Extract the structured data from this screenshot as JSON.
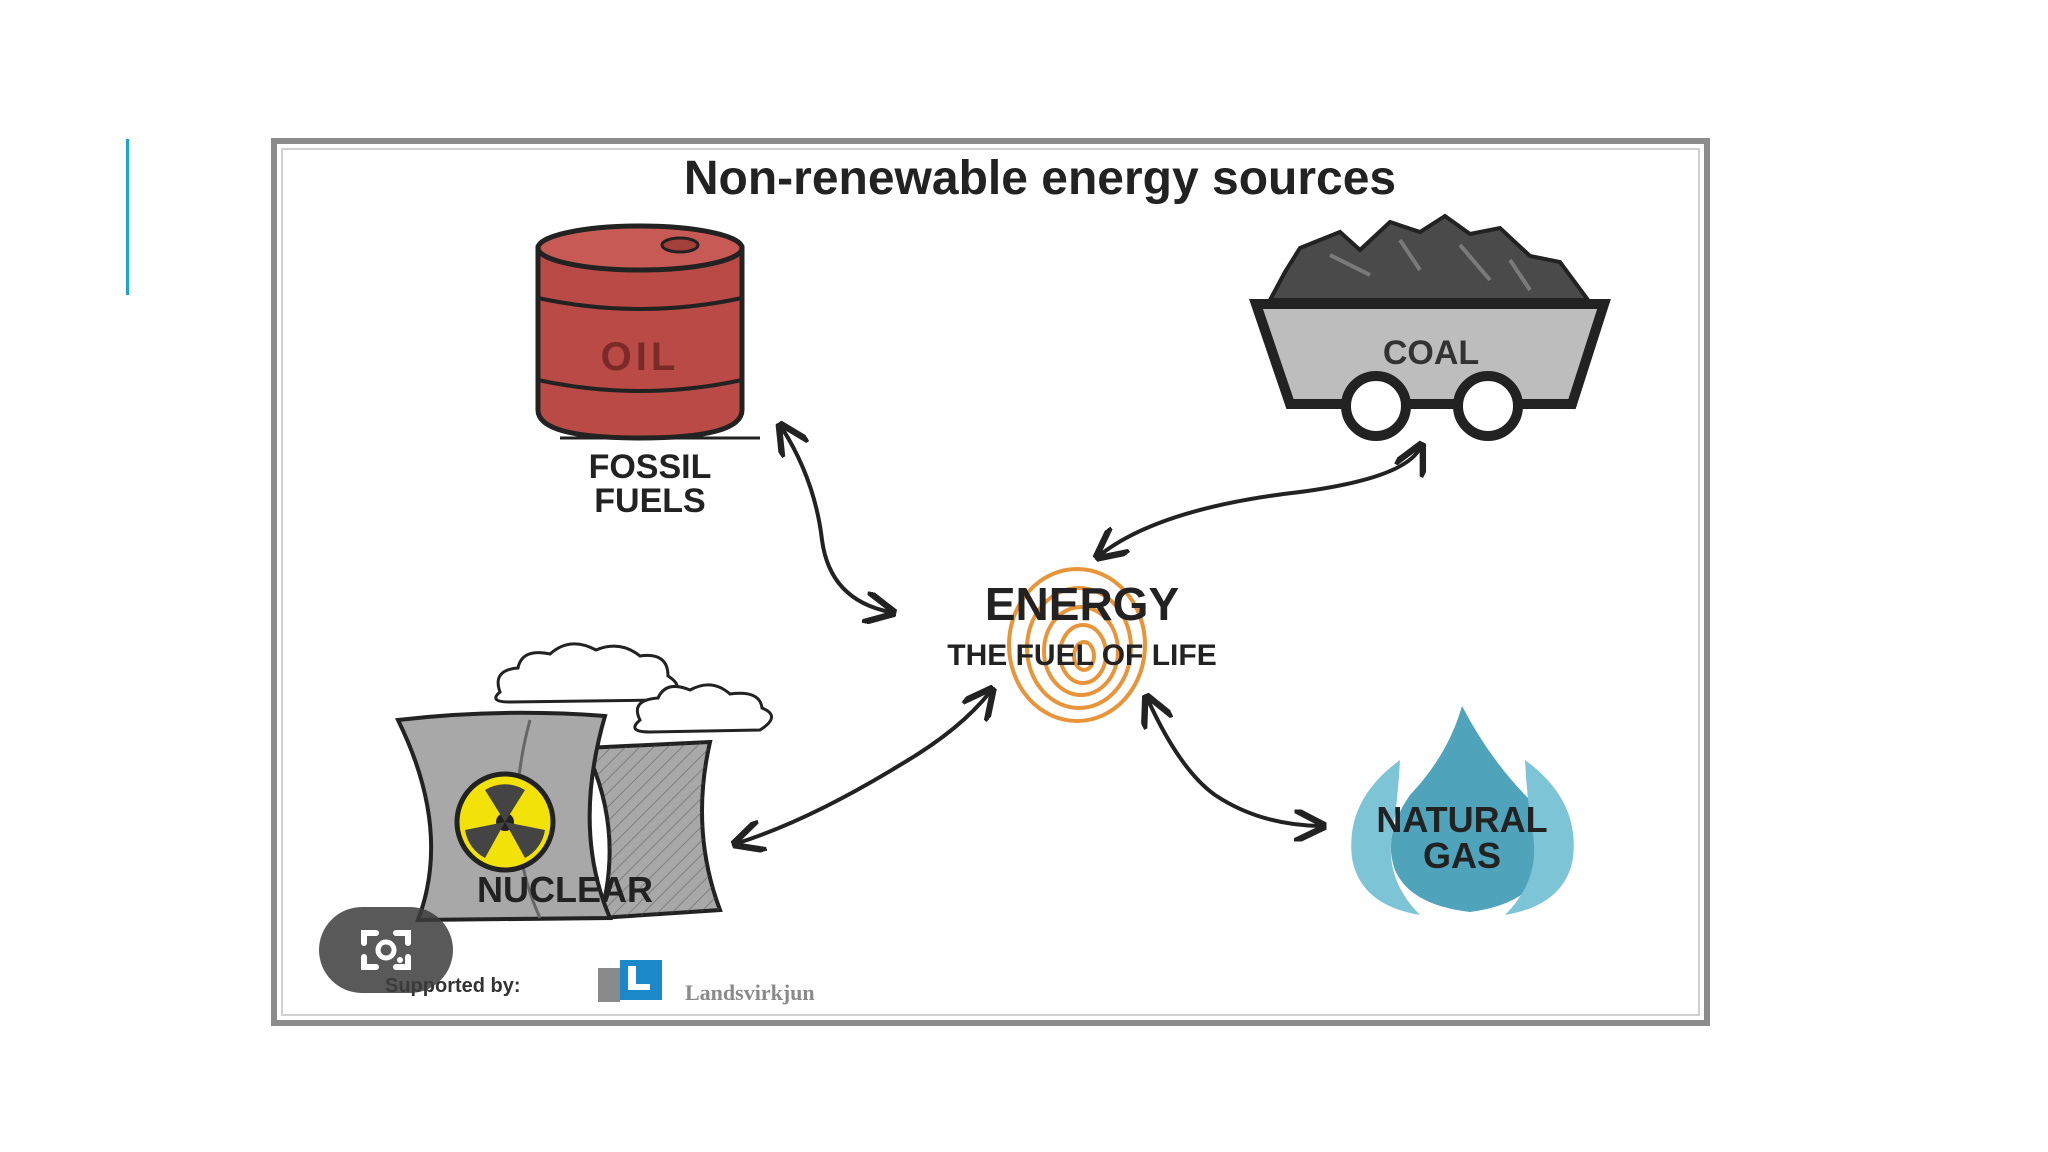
{
  "title": "Non-renewable energy sources",
  "center": {
    "line1": "ENERGY",
    "line2": "THE FUEL OF LIFE"
  },
  "nodes": {
    "oil": {
      "barrel_label": "OIL",
      "caption_line1": "FOSSIL",
      "caption_line2": "FUELS"
    },
    "coal": {
      "label": "COAL"
    },
    "nuclear": {
      "label": "NUCLEAR"
    },
    "gas": {
      "line1": "NATURAL",
      "line2": "GAS"
    }
  },
  "footer": {
    "supported_by": "Supported by:",
    "logo_text": "Landsvirkjun"
  },
  "icons": {
    "lens": "google-lens-icon",
    "oil": "oil-barrel-icon",
    "coal": "coal-cart-icon",
    "nuclear": "cooling-tower-icon",
    "gas": "flame-icon",
    "energy": "spiral-icon"
  },
  "colors": {
    "accent": "#1aa3d9",
    "oil_barrel": "#b94a45",
    "coal_cart": "#bdbdbd",
    "gas_flame": "#4fa3bb",
    "nuclear_symbol": "#f2e20a",
    "spiral": "#e8953a"
  }
}
